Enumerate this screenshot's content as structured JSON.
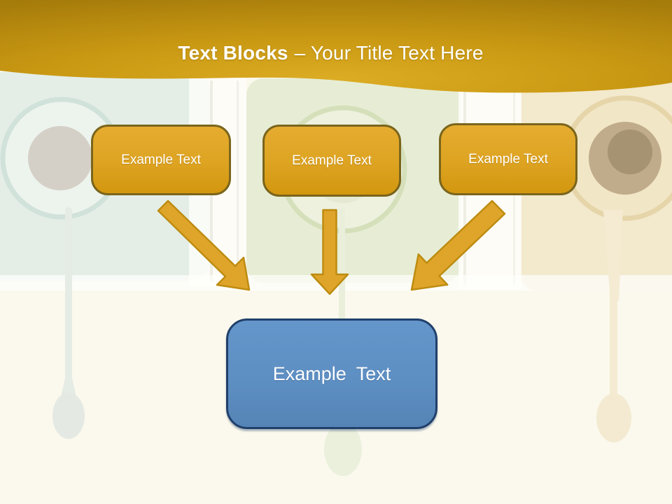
{
  "slide": {
    "title_bold": "Text Blocks",
    "title_rest": "– Your Title Text Here"
  },
  "diagram": {
    "boxes": [
      {
        "id": "top-left",
        "label": "Example Text"
      },
      {
        "id": "top-center",
        "label": "Example Text"
      },
      {
        "id": "top-right",
        "label": "Example Text"
      }
    ],
    "target": {
      "id": "center",
      "label": "Example Text"
    },
    "connections": [
      {
        "from": "top-left",
        "to": "center",
        "direction": "diagonal-down-right"
      },
      {
        "from": "top-center",
        "to": "center",
        "direction": "straight-down"
      },
      {
        "from": "top-right",
        "to": "center",
        "direction": "diagonal-down-left"
      }
    ]
  },
  "colors": {
    "background": "#FCF9EE",
    "header_gold": "#C6940F",
    "title_text": "#FFFFFF",
    "shape_gold_fill": "#DFA526",
    "shape_gold_border": "#7A651C",
    "arrow_fill": "#DFA52A",
    "arrow_outline": "#BD8C10",
    "blue_fill": "#5E8FC3",
    "blue_border": "#20406B"
  }
}
